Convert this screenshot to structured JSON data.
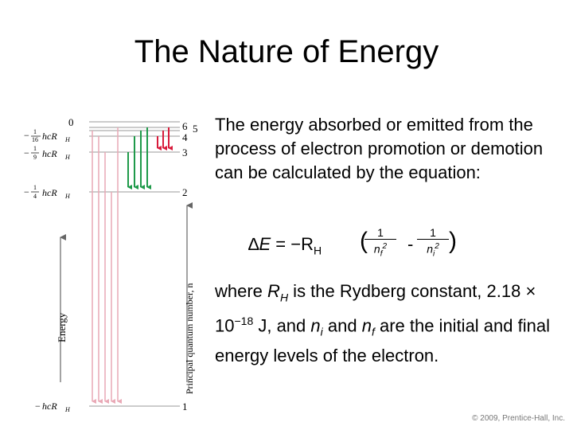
{
  "slide": {
    "title": "The Nature of Energy",
    "paragraph1": "The energy absorbed or emitted from the process of electron promotion or demotion can be calculated by the equation:",
    "formula": {
      "lhs_delta": "∆",
      "lhs_E": "E",
      "lhs_eq": " = −R",
      "lhs_sub": "H",
      "open": "(",
      "close": ")",
      "num1": "1",
      "den1_base": "n",
      "den1_sub": "f",
      "den1_sup": "2",
      "minus": "-",
      "num2": "1",
      "den2_base": "n",
      "den2_sub": "i",
      "den2_sup": "2"
    },
    "paragraph2": {
      "t1": "where ",
      "r": "R",
      "rsub": "H",
      "t2": " is the Rydberg constant, 2.18 × 10",
      "exp": "−18",
      "t3": " J, and ",
      "n": "n",
      "isub": "i",
      "t4": " and ",
      "n2": "n",
      "fsub": "f",
      "t5": " are the initial and final energy levels of the electron."
    },
    "copyright": "© 2009, Prentice-Hall, Inc."
  },
  "diagram": {
    "energy_labels": {
      "zero": "0",
      "l16_minus": "−",
      "l16_num": "1",
      "l16_den": "16",
      "l9_minus": "−",
      "l9_num": "1",
      "l9_den": "9",
      "l4_minus": "−",
      "l4_num": "1",
      "l4_den": "4",
      "bottom_minus": "−",
      "hcr": "hcR",
      "hcr_sub": "H"
    },
    "n_labels": [
      "6",
      "5",
      "4",
      "3",
      "2",
      "1"
    ],
    "axis_energy": "Energy",
    "axis_n": "Principal quantum number, n",
    "colors": {
      "pink": "#e9a9b6",
      "green": "#1f9a4a",
      "red": "#d81b3b",
      "grey": "#888888"
    }
  }
}
